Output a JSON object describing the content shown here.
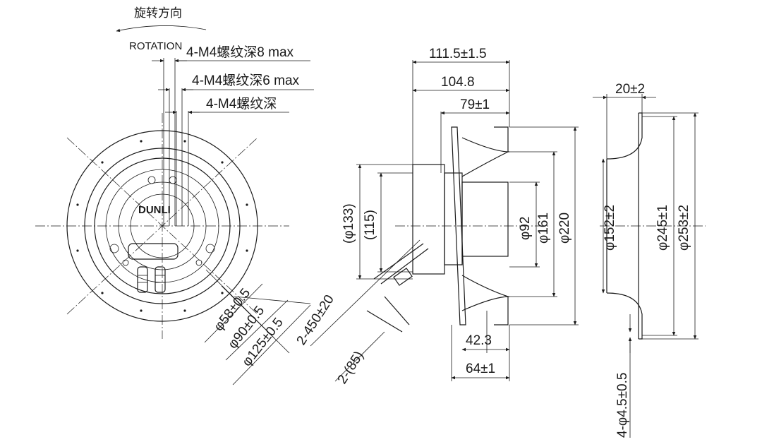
{
  "rotation": {
    "label_cn": "旋转方向",
    "label_en": "ROTATION"
  },
  "front_view": {
    "threads": [
      "4-M4螺纹深8 max",
      "4-M4螺纹深6 max",
      "4-M4螺纹深"
    ],
    "diameters": [
      "φ58±0.5",
      "φ90±0.5",
      "φ125±0.5"
    ],
    "cable_length": "2-450±20",
    "cable_strip": "2-(85)",
    "logo": "DUNLI"
  },
  "side_view": {
    "overall": "111.5±1.5",
    "body": "104.8",
    "hub": "79±1",
    "phi133": "(φ133)",
    "d115": "(115)",
    "phi92": "φ92",
    "phi161": "φ161",
    "phi220": "φ220",
    "d42": "42.3",
    "d64": "64±1"
  },
  "ring_view": {
    "width": "20±2",
    "phi152": "φ152±2",
    "phi245": "φ245±1",
    "phi253": "φ253±2",
    "holes": "4-φ4.5±0.5"
  }
}
